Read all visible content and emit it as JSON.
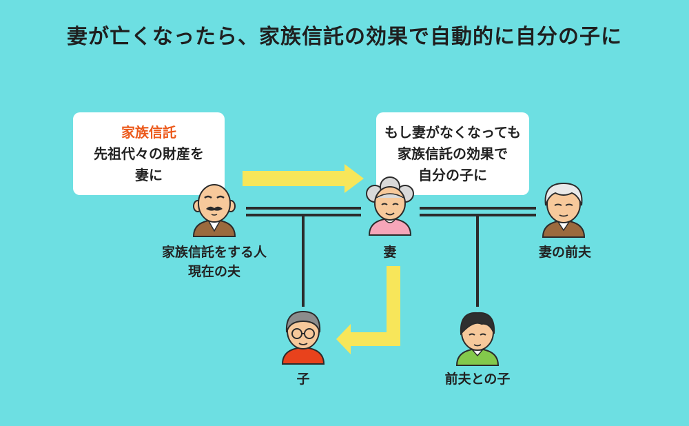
{
  "title": "妻が亡くなったら、家族信託の効果で自動的に自分の子に",
  "bubble_left": {
    "accent_line": "家族信託",
    "line2": "先祖代々の財産を",
    "line3": "妻に"
  },
  "bubble_right": {
    "line1": "もし妻がなくなっても",
    "line2": "家族信託の効果で",
    "line3": "自分の子に"
  },
  "people": {
    "husband": {
      "line1": "家族信託をする人",
      "line2": "現在の夫"
    },
    "wife": {
      "label": "妻"
    },
    "ex_husband": {
      "label": "妻の前夫"
    },
    "child": {
      "label": "子"
    },
    "ex_child": {
      "label": "前夫との子"
    }
  },
  "colors": {
    "background": "#6ddfe2",
    "arrow": "#f7e65a",
    "accent_text": "#ec5a1c",
    "line": "#2b2b2b"
  }
}
